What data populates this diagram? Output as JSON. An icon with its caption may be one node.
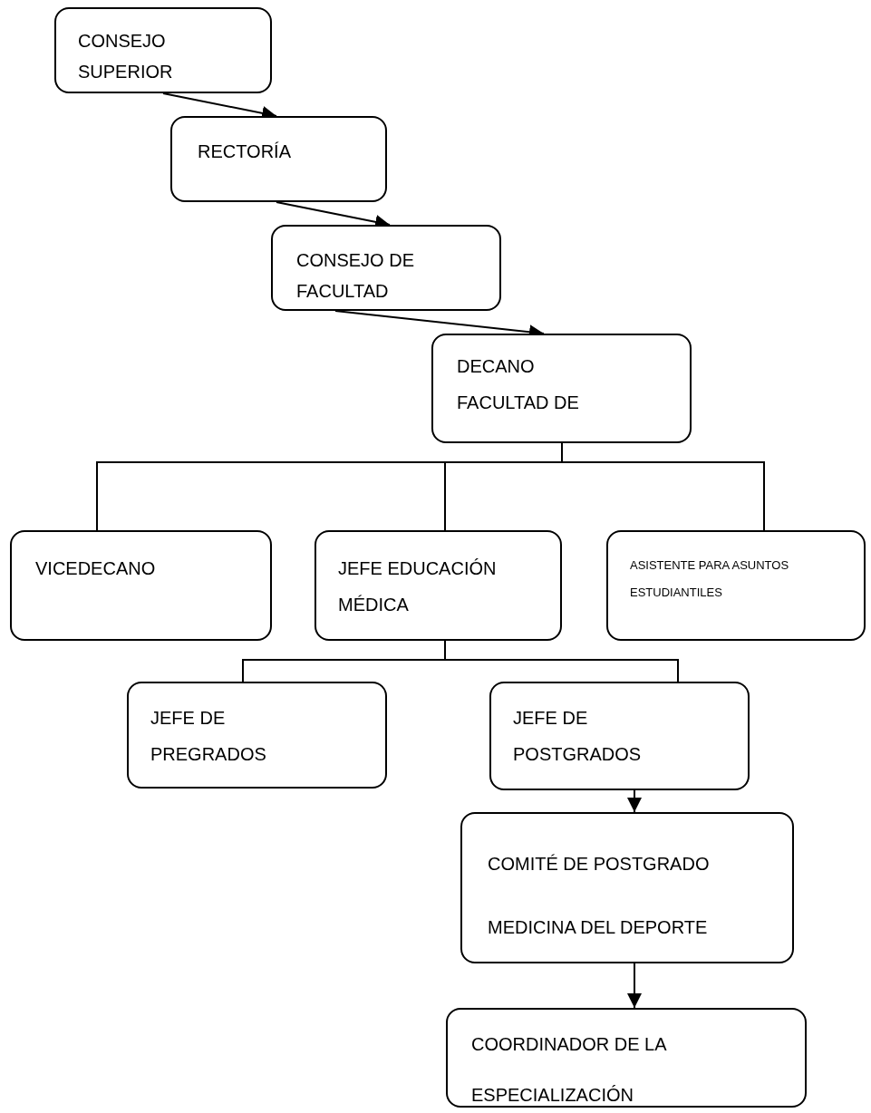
{
  "diagram": {
    "nodes": [
      {
        "text": [
          "CONSEJO SUPERIOR"
        ]
      },
      {
        "text": [
          "RECTORÍA"
        ]
      },
      {
        "text": [
          "CONSEJO DE FACULTAD"
        ]
      },
      {
        "text": [
          "DECANO FACULTAD DE"
        ]
      },
      {
        "text": [
          "VICEDECANO"
        ]
      },
      {
        "text": [
          "JEFE EDUCACIÓN MÉDICA"
        ]
      },
      {
        "text": [
          "ASISTENTE PARA ASUNTOS ESTUDIANTILES"
        ]
      },
      {
        "text": [
          "JEFE DE PREGRADOS"
        ]
      },
      {
        "text": [
          "JEFE DE POSTGRADOS"
        ]
      },
      {
        "text": [
          "COMITÉ DE POSTGRADO MEDICINA DEL DEPORTE"
        ]
      },
      {
        "text": [
          "COORDINADOR DE LA ESPECIALIZACIÓN"
        ]
      }
    ],
    "edges": [
      {
        "from": 0,
        "to": 1,
        "arrow": "to"
      },
      {
        "from": 1,
        "to": 2,
        "arrow": "to"
      },
      {
        "from": 2,
        "to": 3,
        "arrow": "to"
      },
      {
        "from": 3,
        "to": 4,
        "arrow": "none"
      },
      {
        "from": 3,
        "to": 5,
        "arrow": "none"
      },
      {
        "from": 3,
        "to": 6,
        "arrow": "none"
      },
      {
        "from": 5,
        "to": 7,
        "arrow": "none"
      },
      {
        "from": 5,
        "to": 8,
        "arrow": "none"
      },
      {
        "from": 8,
        "to": 9,
        "arrow": "to"
      },
      {
        "from": 9,
        "to": 10,
        "arrow": "to"
      }
    ]
  }
}
